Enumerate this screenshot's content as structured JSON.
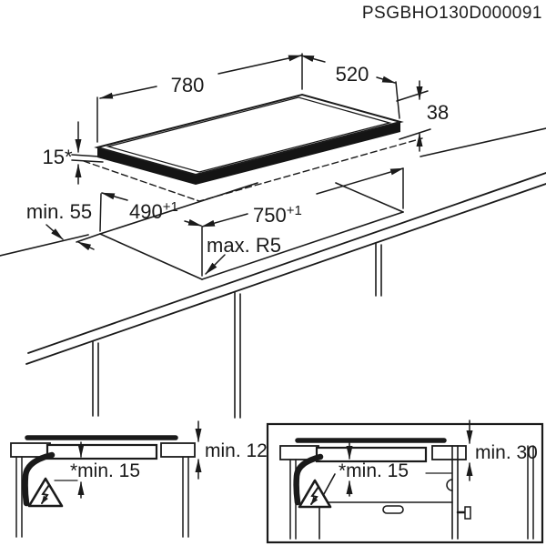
{
  "title": "PSGBHO130D000091",
  "colors": {
    "ink": "#1a1a1a",
    "background": "#ffffff"
  },
  "main_diagram": {
    "hob_width": "780",
    "hob_depth": "520",
    "hob_height": "38",
    "hob_lip_height": "15*",
    "edge_distance": "min. 55",
    "cutout_depth": "490",
    "cutout_depth_tolerance": "+1",
    "cutout_width": "750",
    "cutout_width_tolerance": "+1",
    "cutout_corner_radius": "max. R5"
  },
  "detail_left": {
    "worktop_thickness": "min. 12",
    "clearance_below": "*min. 15"
  },
  "detail_right": {
    "ventilation_gap": "min. 30",
    "clearance_below": "*min. 15"
  }
}
